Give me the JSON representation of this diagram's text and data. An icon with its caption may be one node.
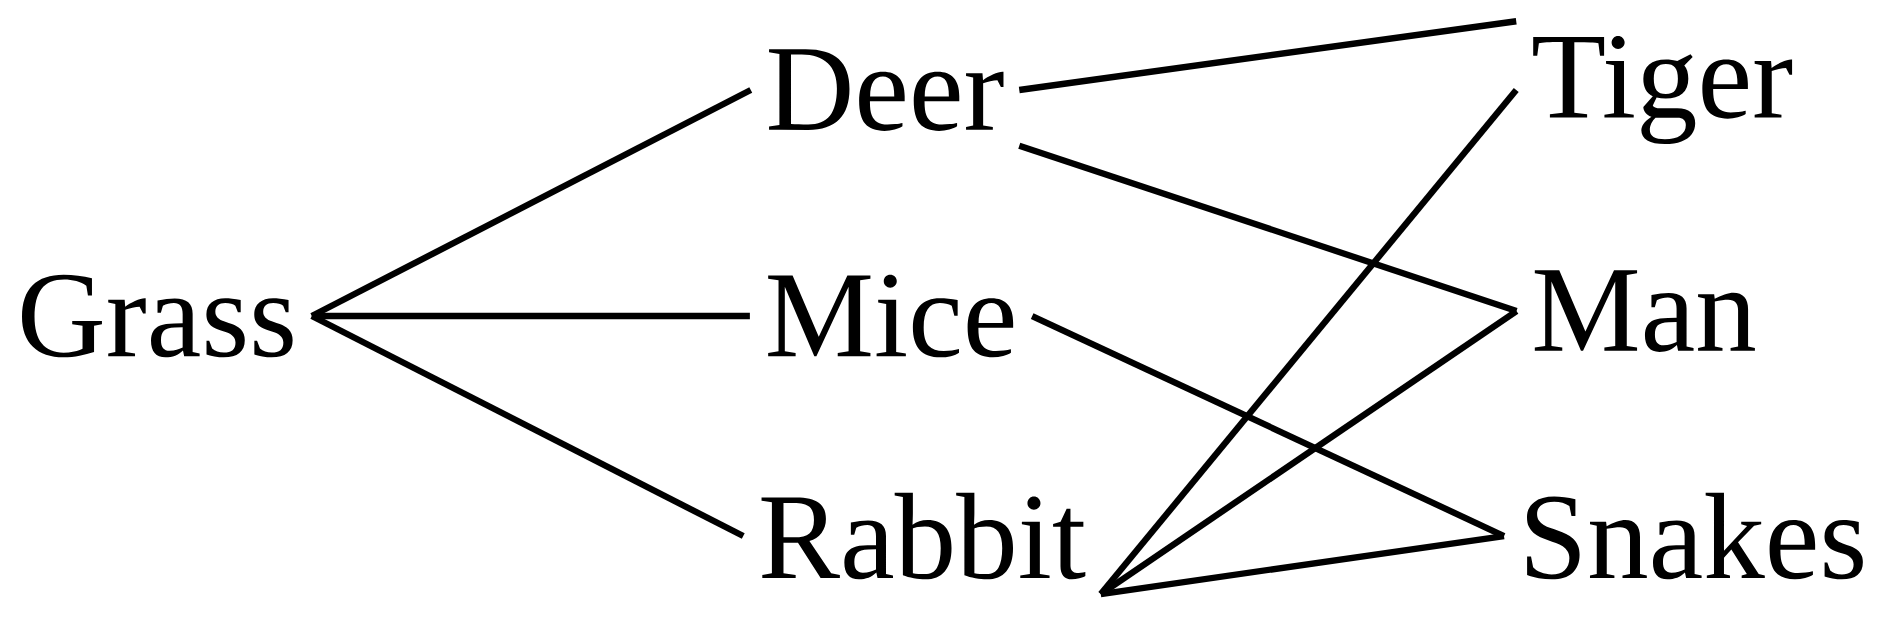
{
  "diagram": {
    "nodes": [
      {
        "text": [
          "Grass"
        ]
      },
      {
        "text": [
          "Deer"
        ]
      },
      {
        "text": [
          "Mice"
        ]
      },
      {
        "text": [
          "Rabbit"
        ]
      },
      {
        "text": [
          "Tiger"
        ]
      },
      {
        "text": [
          "Man"
        ]
      },
      {
        "text": [
          "Snakes"
        ]
      }
    ],
    "edges": [
      {
        "from": 0,
        "to": 1,
        "arrow": "none"
      },
      {
        "from": 0,
        "to": 2,
        "arrow": "none"
      },
      {
        "from": 0,
        "to": 3,
        "arrow": "none"
      },
      {
        "from": 1,
        "to": 4,
        "arrow": "none"
      },
      {
        "from": 1,
        "to": 5,
        "arrow": "none"
      },
      {
        "from": 2,
        "to": 6,
        "arrow": "none"
      },
      {
        "from": 3,
        "to": 4,
        "arrow": "none"
      },
      {
        "from": 3,
        "to": 5,
        "arrow": "none"
      },
      {
        "from": 3,
        "to": 6,
        "arrow": "none"
      }
    ]
  }
}
